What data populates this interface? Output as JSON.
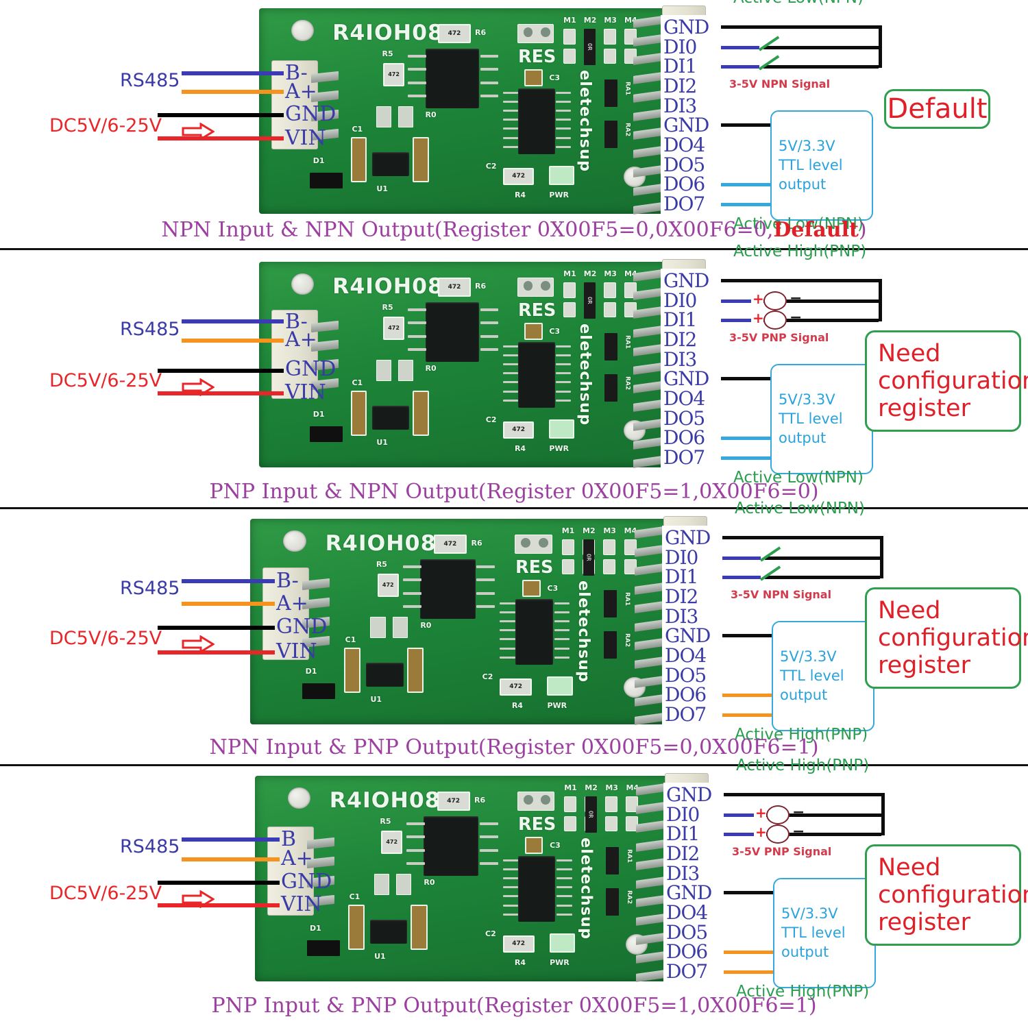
{
  "document": {
    "board_model": "R4IOH08",
    "brand": "eletechsup"
  },
  "board_silkscreen": {
    "model": "R4IOH08",
    "components": [
      "R6",
      "R5",
      "R0",
      "R4",
      "C1",
      "C2",
      "C3",
      "D1",
      "U1",
      "PWR",
      "RA1",
      "RA2",
      "RES"
    ],
    "mode_jumpers": [
      "M1",
      "M2",
      "M3",
      "M4"
    ],
    "jumper_resistor": "0R",
    "resistor_code": "472",
    "brand": "eletechsup"
  },
  "left_wiring": {
    "rs485_label": "RS485",
    "power_label": "DC5V/6-25V",
    "pins": [
      {
        "name": "B-",
        "wire_color": "#3b3bb5"
      },
      {
        "name": "A+",
        "wire_color": "#f5931e"
      },
      {
        "name": "GND",
        "wire_color": "#000000"
      },
      {
        "name": "VIN",
        "wire_color": "#e8262a"
      }
    ],
    "pins_panel4": [
      {
        "name": "B",
        "wire_color": "#3b3bb5"
      },
      {
        "name": "A+",
        "wire_color": "#f5931e"
      },
      {
        "name": "GND",
        "wire_color": "#000000"
      },
      {
        "name": "VIN",
        "wire_color": "#e8262a"
      }
    ]
  },
  "right_pins": [
    "GND",
    "DI0",
    "DI1",
    "DI2",
    "DI3",
    "GND",
    "DO4",
    "DO5",
    "DO6",
    "DO7"
  ],
  "output_box": {
    "line1": "5V/3.3V",
    "line2": "TTL level",
    "line3": "output"
  },
  "colors": {
    "net_label": "#3b3ba8",
    "active_note": "#2a9d4e",
    "signal_note": "#d33b4c",
    "ttl_border": "#35a8dd",
    "ttl_text": "#2aa3dc",
    "status_border": "#2f9e4f",
    "status_text": "#e02028",
    "caption": "#9c3fa0",
    "wire_npn_input": "#3b3bb5",
    "wire_pnp_output": "#f5931e",
    "wire_ttl_output": "#35a8dd",
    "pcb_green": "#1d8438"
  },
  "panels": [
    {
      "id": "panel-1",
      "input_mode": "NPN",
      "output_mode": "NPN",
      "input_active_note": "Active Low(NPN)",
      "output_active_note": "Active Low(NPN)",
      "signal_note": "3-5V NPN Signal",
      "input_symbol": "switch",
      "input_wire_color": "#3b3bb5",
      "output_wire_color": "#35a8dd",
      "status_label": "Default",
      "status_lines": [
        "Default"
      ],
      "caption_main": "NPN Input  & NPN Output(Register 0X00F5=0,0X00F6=0,",
      "caption_highlight": "Default",
      "caption_tail": ")"
    },
    {
      "id": "panel-2",
      "input_mode": "PNP",
      "output_mode": "NPN",
      "input_active_note": "Active High(PNP)",
      "output_active_note": "Active Low(NPN)",
      "signal_note": "3-5V PNP Signal",
      "input_symbol": "sensor",
      "input_wire_color": "#3b3bb5",
      "output_wire_color": "#35a8dd",
      "status_label": "Need configuration register",
      "status_lines": [
        "Need",
        "configuration",
        "register"
      ],
      "caption_main": "PNP Input  & NPN Output(Register 0X00F5=1,0X00F6=0)",
      "caption_highlight": "",
      "caption_tail": ""
    },
    {
      "id": "panel-3",
      "input_mode": "NPN",
      "output_mode": "PNP",
      "input_active_note": "Active Low(NPN)",
      "output_active_note": "Active High(PNP)",
      "signal_note": "3-5V NPN Signal",
      "input_symbol": "switch",
      "input_wire_color": "#3b3bb5",
      "output_wire_color": "#f5931e",
      "status_label": "Need configuration register",
      "status_lines": [
        "Need",
        "configuration",
        "register"
      ],
      "caption_main": "NPN Input  & PNP Output(Register 0X00F5=0,0X00F6=1)",
      "caption_highlight": "",
      "caption_tail": ""
    },
    {
      "id": "panel-4",
      "input_mode": "PNP",
      "output_mode": "PNP",
      "input_active_note": "Active High(PNP)",
      "output_active_note": "Active High(PNP)",
      "signal_note": "3-5V PNP Signal",
      "input_symbol": "sensor",
      "input_wire_color": "#3b3bb5",
      "output_wire_color": "#f5931e",
      "status_label": "Need configuration register",
      "status_lines": [
        "Need",
        "configuration",
        "register"
      ],
      "caption_main": "PNP Input  & PNP Output(Register 0X00F5=1,0X00F6=1)",
      "caption_highlight": "",
      "caption_tail": ""
    }
  ]
}
